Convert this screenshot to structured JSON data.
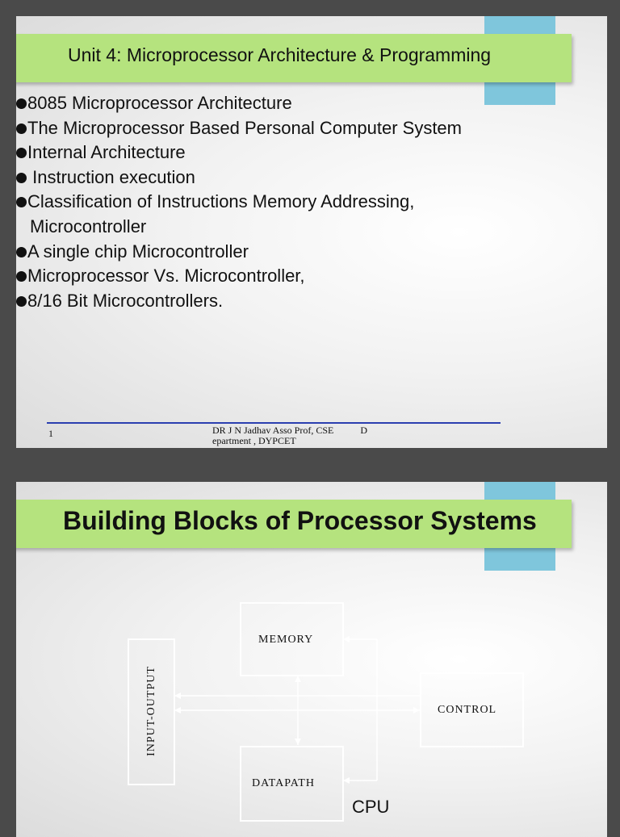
{
  "slide1": {
    "title": "Unit 4: Microprocessor Architecture & Programming",
    "bullets": [
      {
        "text": "8085 Microprocessor Architecture"
      },
      {
        "text": "The Microprocessor Based Personal Computer System"
      },
      {
        "text": "Internal Architecture"
      },
      {
        "text": " Instruction execution"
      },
      {
        "text": "Classification of Instructions Memory Addressing,",
        "continuation": "Microcontroller"
      },
      {
        "text": "A single chip Microcontroller"
      },
      {
        "text": "Microprocessor Vs. Microcontroller,"
      },
      {
        "text": "8/16 Bit Microcontrollers."
      }
    ],
    "footer": {
      "page_number": "1",
      "text_line1": "DR J N Jadhav Asso Prof, CSE           D",
      "text_line2": "epartment , DYPCET"
    }
  },
  "slide2": {
    "title": "Building Blocks of Processor Systems",
    "diagram": {
      "memory": "MEMORY",
      "input_output": "INPUT-OUTPUT",
      "control": "CONTROL",
      "datapath": "DATAPATH",
      "cpu": "CPU"
    }
  },
  "colors": {
    "title_bar": "#b5e37e",
    "blue_tab": "#7fc6dc",
    "footer_line": "#2b3fb0"
  }
}
